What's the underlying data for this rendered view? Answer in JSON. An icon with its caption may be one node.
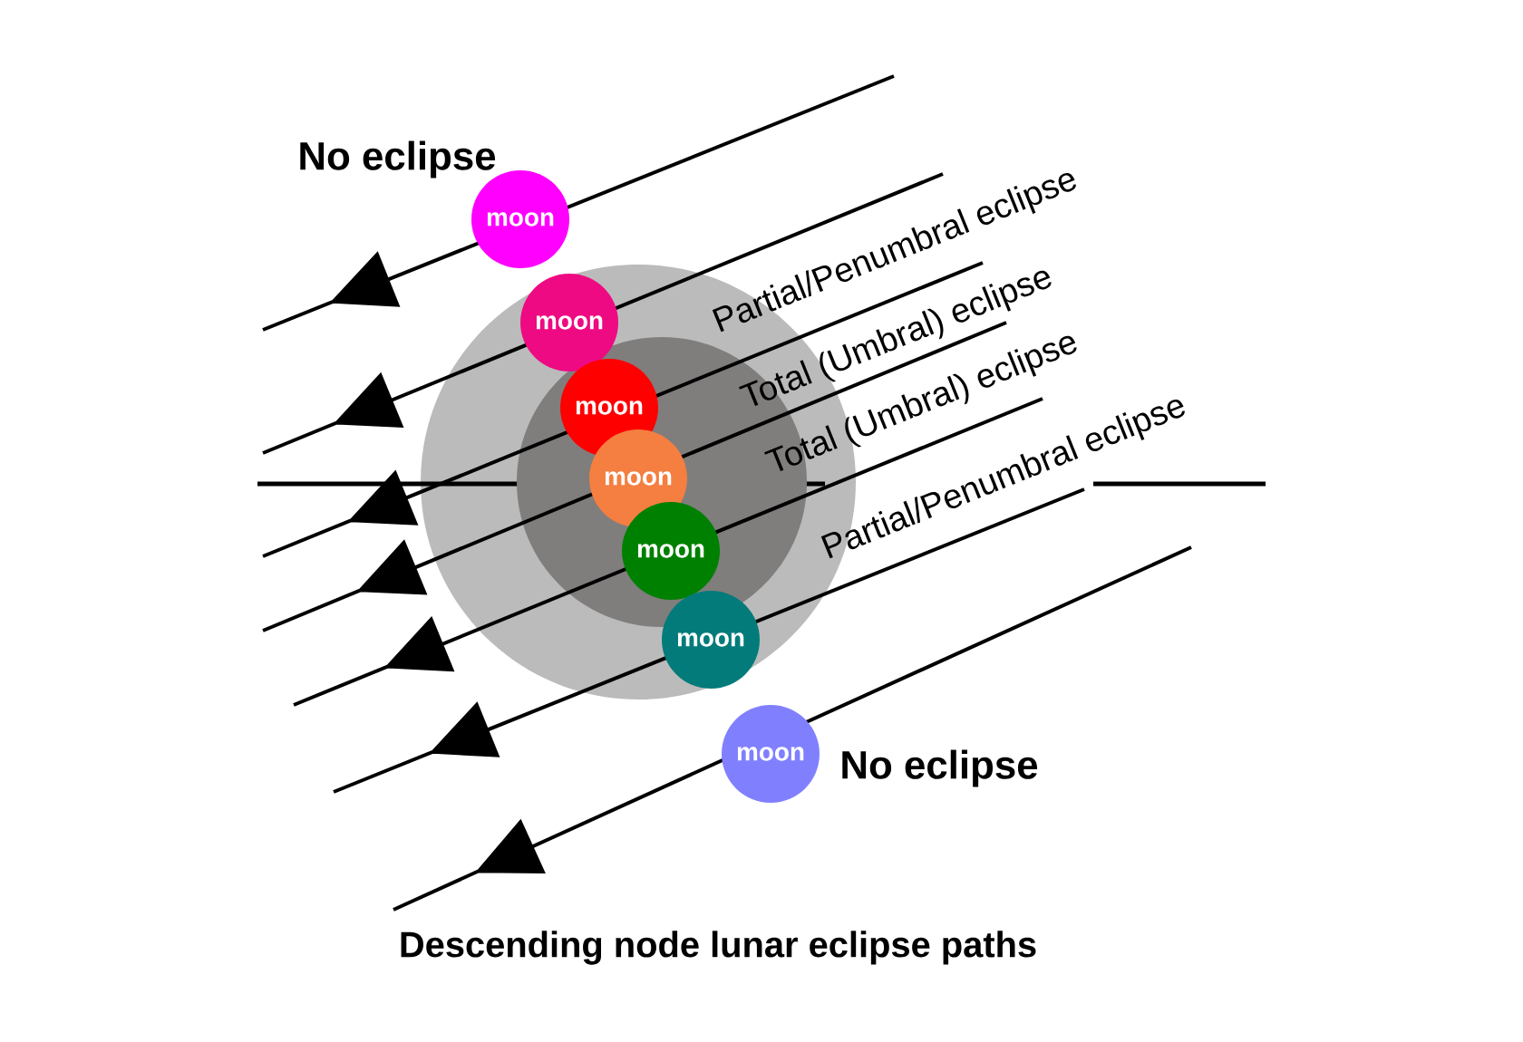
{
  "diagram": {
    "caption": "Descending node lunar eclipse paths",
    "nodes": [
      {
        "text": [
          "moon"
        ]
      },
      {
        "text": [
          "moon"
        ]
      },
      {
        "text": [
          "moon"
        ]
      },
      {
        "text": [
          "moon"
        ]
      },
      {
        "text": [
          "moon"
        ]
      },
      {
        "text": [
          "moon"
        ]
      },
      {
        "text": [
          "moon"
        ]
      }
    ],
    "edges": [],
    "labels": [
      "No eclipse",
      "Partial/Penumbral eclipse",
      "Total (Umbral) eclipse",
      "Total (Umbral) eclipse",
      "Partial/Penumbral eclipse",
      "No eclipse"
    ]
  }
}
